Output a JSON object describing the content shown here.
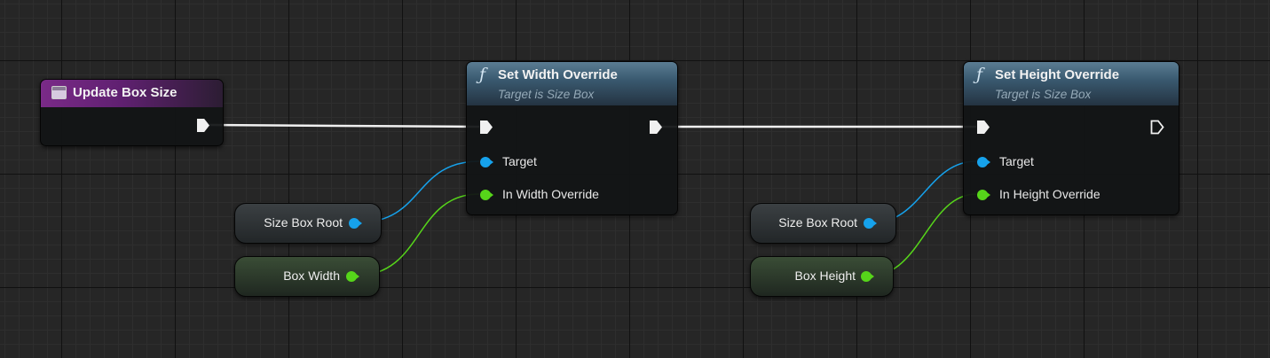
{
  "graph": {
    "event_node": {
      "title": "Update Box Size",
      "icon": "event-icon"
    },
    "set_width_node": {
      "title": "Set Width Override",
      "subtitle": "Target is Size Box",
      "icon": "function-icon",
      "pins": {
        "target": "Target",
        "value": "In Width Override"
      }
    },
    "set_height_node": {
      "title": "Set Height Override",
      "subtitle": "Target is Size Box",
      "icon": "function-icon",
      "pins": {
        "target": "Target",
        "value": "In Height Override"
      }
    },
    "variables": {
      "size_box_root_1": "Size Box Root",
      "box_width": "Box Width",
      "size_box_root_2": "Size Box Root",
      "box_height": "Box Height"
    }
  },
  "colors": {
    "exec_wire": "#f0f0f0",
    "object_pin": "#16a2ec",
    "float_pin": "#56d51a",
    "event_header": "#7a2a88",
    "function_header": "#3a5a70"
  }
}
